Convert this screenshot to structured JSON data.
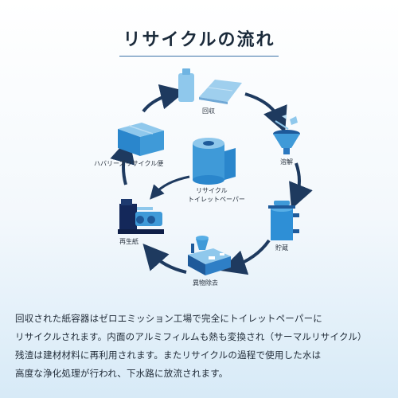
{
  "title": "リサイクルの流れ",
  "steps": {
    "collect": "回収",
    "dissolve": "溶解",
    "store": "貯蔵",
    "remove": "異物除去",
    "recycled_paper": "再生紙",
    "delivery": "ハバリーズリサイクル便"
  },
  "center": {
    "line1": "リサイクル",
    "line2": "トイレットペーパー"
  },
  "description": [
    "回収された紙容器はゼロエミッション工場で完全にトイレットペーパーに",
    "リサイクルされます。内面のアルミフィルムも熱も変換され（サーマルリサイクル）",
    "残渣は建材材料に再利用されます。またリサイクルの過程で使用した水は",
    "高度な浄化処理が行われ、下水路に放流されます。"
  ],
  "colors": {
    "arrow": "#1e3a5f",
    "blue_light": "#8fc8ec",
    "blue_mid": "#3f9ad8",
    "blue_dark": "#1e5a9a",
    "navy": "#14285a"
  }
}
